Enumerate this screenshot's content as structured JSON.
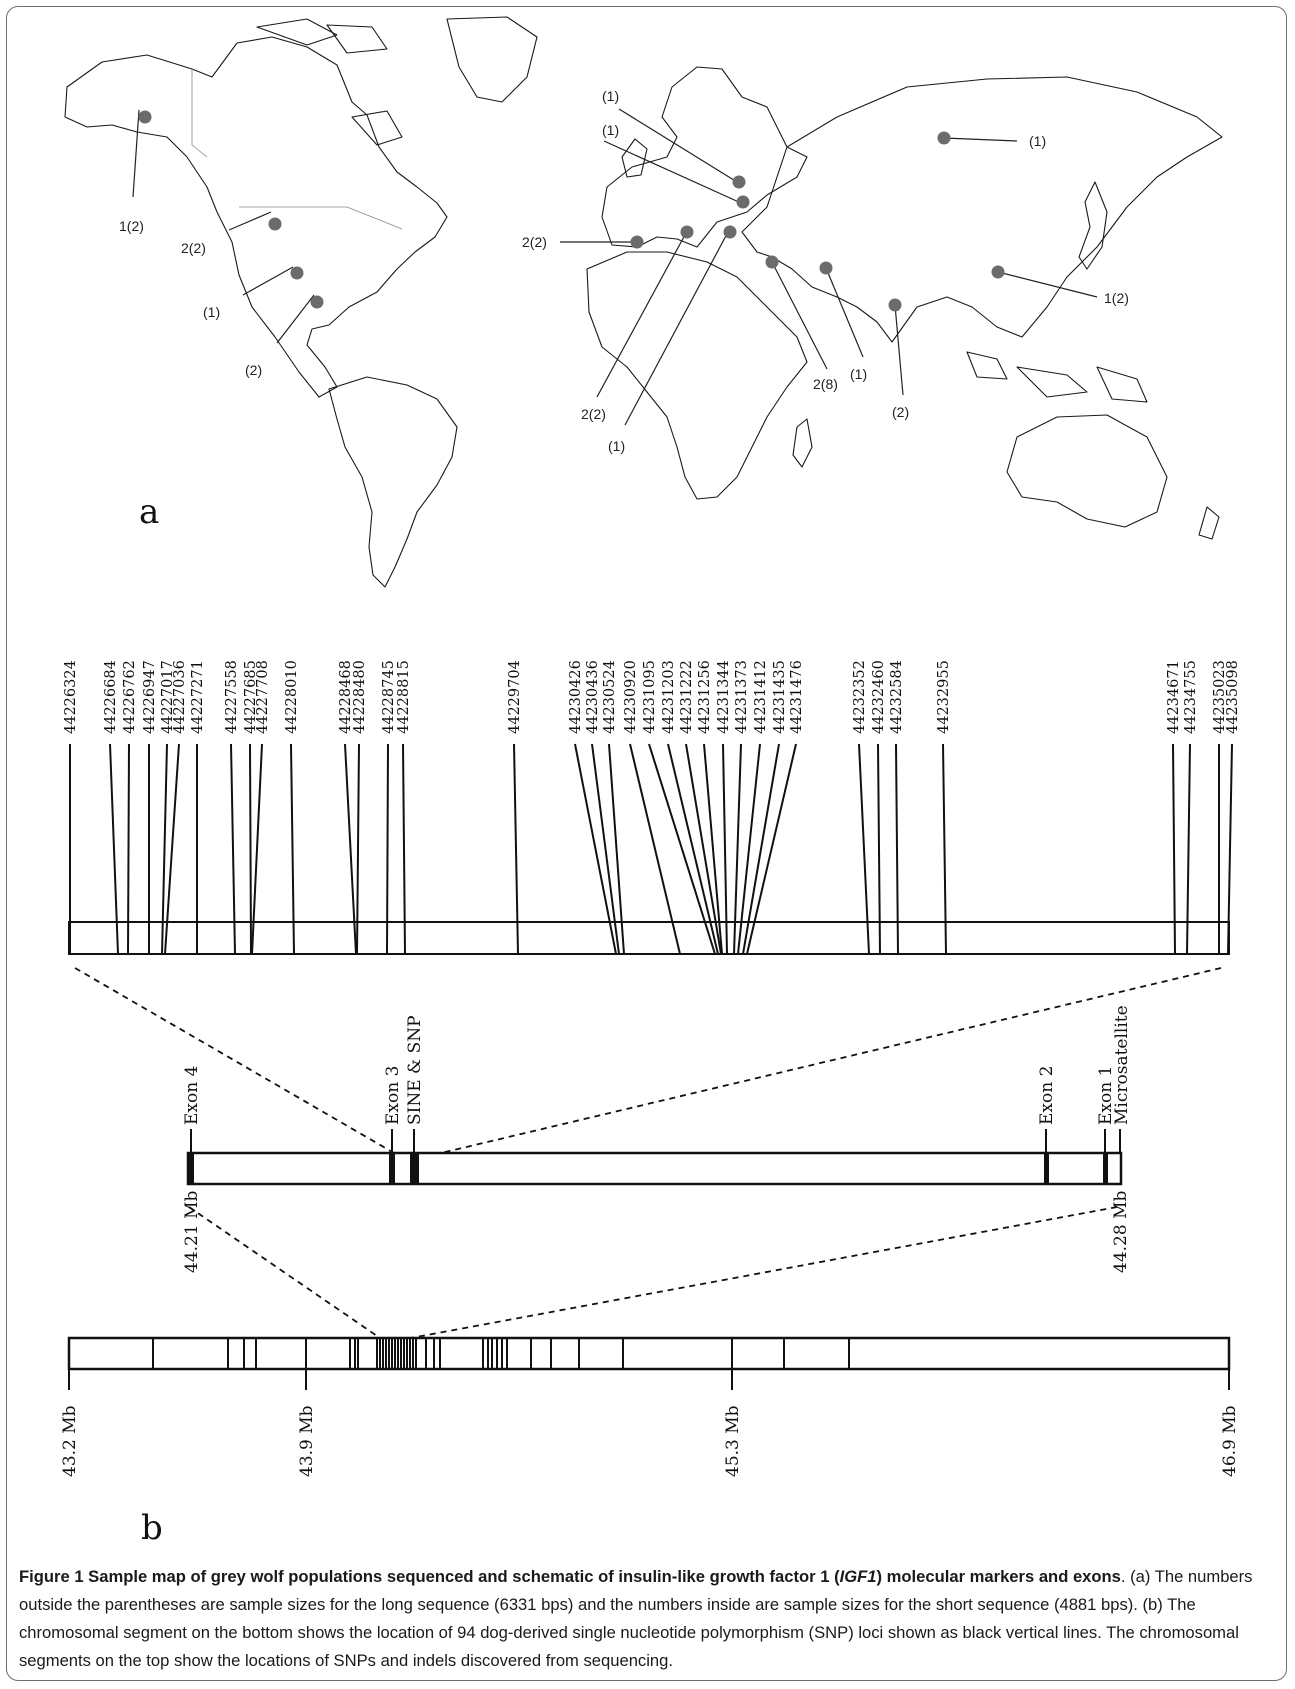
{
  "panel_a": {
    "letter": "a",
    "marker_color": "#6b6b6b",
    "sample_labels": [
      {
        "id": "alaska",
        "text": "1(2)"
      },
      {
        "id": "north-us",
        "text": "2(2)"
      },
      {
        "id": "sw-us",
        "text": "(1)"
      },
      {
        "id": "mexico",
        "text": "(2)"
      },
      {
        "id": "spain",
        "text": "2(2)"
      },
      {
        "id": "italy",
        "text": "2(2)"
      },
      {
        "id": "balkans",
        "text": "(1)"
      },
      {
        "id": "scandinavia",
        "text": "(1)"
      },
      {
        "id": "poland",
        "text": "(1)"
      },
      {
        "id": "siberia",
        "text": "(1)"
      },
      {
        "id": "middle-east",
        "text": "2(8)"
      },
      {
        "id": "central-asia",
        "text": "(1)"
      },
      {
        "id": "india",
        "text": "(2)"
      },
      {
        "id": "china",
        "text": "1(2)"
      }
    ]
  },
  "panel_b": {
    "letter": "b",
    "snp_positions": [
      "44226324",
      "44226684",
      "44226762",
      "44226947",
      "44227017",
      "44227036",
      "44227271",
      "44227558",
      "44227685",
      "44227708",
      "44228010",
      "44228468",
      "44228480",
      "44228745",
      "44228815",
      "44229704",
      "44230426",
      "44230436",
      "44230524",
      "44230920",
      "44231095",
      "44231203",
      "44231222",
      "44231256",
      "44231344",
      "44231373",
      "44231412",
      "44231435",
      "44231476",
      "44232352",
      "44232460",
      "44232584",
      "44232955",
      "44234671",
      "44234755",
      "44235023",
      "44235098"
    ],
    "gene_features": {
      "exon4": "Exon 4",
      "exon3": "Exon 3",
      "sine_snp": "SINE & SNP",
      "exon2": "Exon 2",
      "exon1": "Exon 1",
      "microsatellite": "Microsatellite",
      "start": "44.21 Mb",
      "end": "44.28 Mb"
    },
    "chromosome_labels": [
      "43.2 Mb",
      "43.9 Mb",
      "45.3 Mb",
      "46.9 Mb"
    ]
  },
  "caption": {
    "title": "Figure 1 Sample map of grey wolf populations sequenced and schematic of insulin-like growth factor 1 (",
    "title_gene": "IGF1",
    "title_tail": ") molecular markers and exons",
    "body": ". (a) The numbers outside the parentheses are sample sizes for the long sequence (6331 bps) and the numbers inside are sample sizes for the short sequence (4881 bps). (b) The chromosomal segment on the bottom shows the location of 94 dog-derived single nucleotide polymorphism (SNP) loci shown as black vertical lines. The chromosomal segments on the top show the locations of SNPs and indels discovered from sequencing."
  }
}
